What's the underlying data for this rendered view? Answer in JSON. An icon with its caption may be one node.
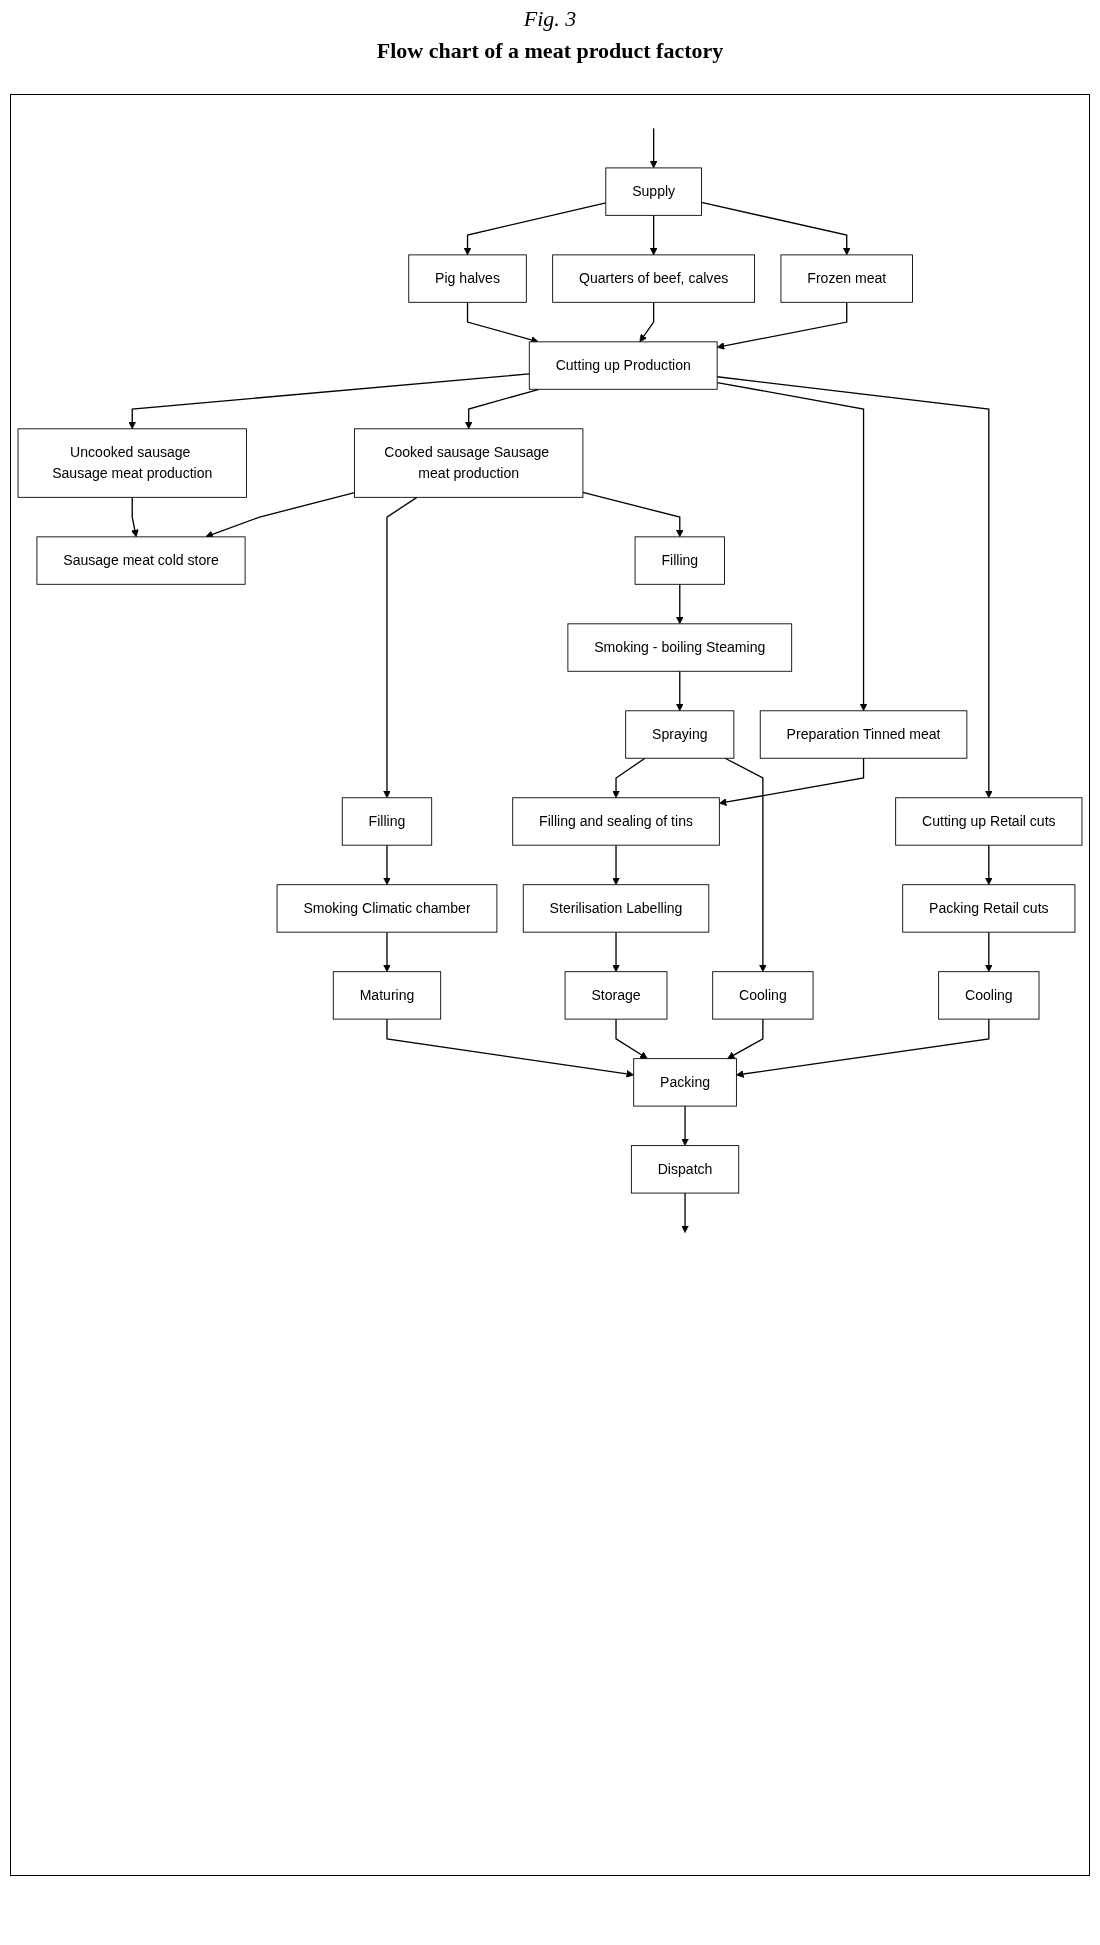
{
  "diagram": {
    "title": "Flow chart of a meat product factory",
    "nodes": [
      {
        "text": [
          "Supply"
        ]
      },
      {
        "text": [
          "Pig halves"
        ]
      },
      {
        "text": [
          "Quarters of beef, calves"
        ]
      },
      {
        "text": [
          "Frozen meat"
        ]
      },
      {
        "text": [
          "Cutting up Production"
        ]
      },
      {
        "text": [
          "Uncooked sausage Sausage meat production"
        ]
      },
      {
        "text": [
          "Cooked sausage Sausage meat production"
        ]
      },
      {
        "text": [
          "Preparation Tinned meat"
        ]
      },
      {
        "text": [
          "Cutting up Retail cuts"
        ]
      },
      {
        "text": [
          "Sausage meat cold store"
        ]
      },
      {
        "text": [
          "Packing Retail cuts"
        ]
      },
      {
        "text": [
          "Filling"
        ]
      },
      {
        "text": [
          "Filling"
        ]
      },
      {
        "text": [
          "Smoking Climatic chamber"
        ]
      },
      {
        "text": [
          "Smoking - boiling Steaming"
        ]
      },
      {
        "text": [
          "Spraying"
        ]
      },
      {
        "text": [
          "Filling and sealing of tins"
        ]
      },
      {
        "text": [
          "Sterilisation Labelling"
        ]
      },
      {
        "text": [
          "Maturing"
        ]
      },
      {
        "text": [
          "Cooling"
        ]
      },
      {
        "text": [
          "Storage"
        ]
      },
      {
        "text": [
          "Cooling"
        ]
      },
      {
        "text": [
          "Packing"
        ]
      },
      {
        "text": [
          "Dispatch"
        ]
      }
    ],
    "edges": [
      {
        "from": null,
        "to": 0,
        "arrow": "to"
      },
      {
        "from": 0,
        "to": 1,
        "arrow": "to"
      },
      {
        "from": 0,
        "to": 2,
        "arrow": "to"
      },
      {
        "from": 0,
        "to": 3,
        "arrow": "to"
      },
      {
        "from": 1,
        "to": 4,
        "arrow": "to"
      },
      {
        "from": 2,
        "to": 4,
        "arrow": "to"
      },
      {
        "from": 3,
        "to": 4,
        "arrow": "to"
      },
      {
        "from": 4,
        "to": 5,
        "arrow": "to"
      },
      {
        "from": 4,
        "to": 6,
        "arrow": "to"
      },
      {
        "from": 4,
        "to": 7,
        "arrow": "to"
      },
      {
        "from": 4,
        "to": 8,
        "arrow": "to"
      },
      {
        "from": 5,
        "to": 9,
        "arrow": "to"
      },
      {
        "from": 6,
        "to": 9,
        "arrow": "to"
      },
      {
        "from": 6,
        "to": 11,
        "arrow": "to"
      },
      {
        "from": 6,
        "to": 12,
        "arrow": "to"
      },
      {
        "from": 8,
        "to": 10,
        "arrow": "to"
      },
      {
        "from": 11,
        "to": 13,
        "arrow": "to"
      },
      {
        "from": 12,
        "to": 14,
        "arrow": "to"
      },
      {
        "from": 14,
        "to": 15,
        "arrow": "to"
      },
      {
        "from": 7,
        "to": 16,
        "arrow": "to"
      },
      {
        "from": 15,
        "to": 16,
        "arrow": "to"
      },
      {
        "from": 16,
        "to": 17,
        "arrow": "to"
      },
      {
        "from": 13,
        "to": 18,
        "arrow": "to"
      },
      {
        "from": 15,
        "to": 19,
        "arrow": "to"
      },
      {
        "from": 17,
        "to": 20,
        "arrow": "to"
      },
      {
        "from": 10,
        "to": 21,
        "arrow": "to"
      },
      {
        "from": 18,
        "to": 22,
        "arrow": "to"
      },
      {
        "from": 19,
        "to": 22,
        "arrow": "to"
      },
      {
        "from": 20,
        "to": 22,
        "arrow": "to"
      },
      {
        "from": 21,
        "to": 22,
        "arrow": "to"
      },
      {
        "from": 22,
        "to": 23,
        "arrow": "to"
      },
      {
        "from": 23,
        "to": null,
        "arrow": "to"
      }
    ],
    "labels": [
      "Fig. 3"
    ]
  }
}
